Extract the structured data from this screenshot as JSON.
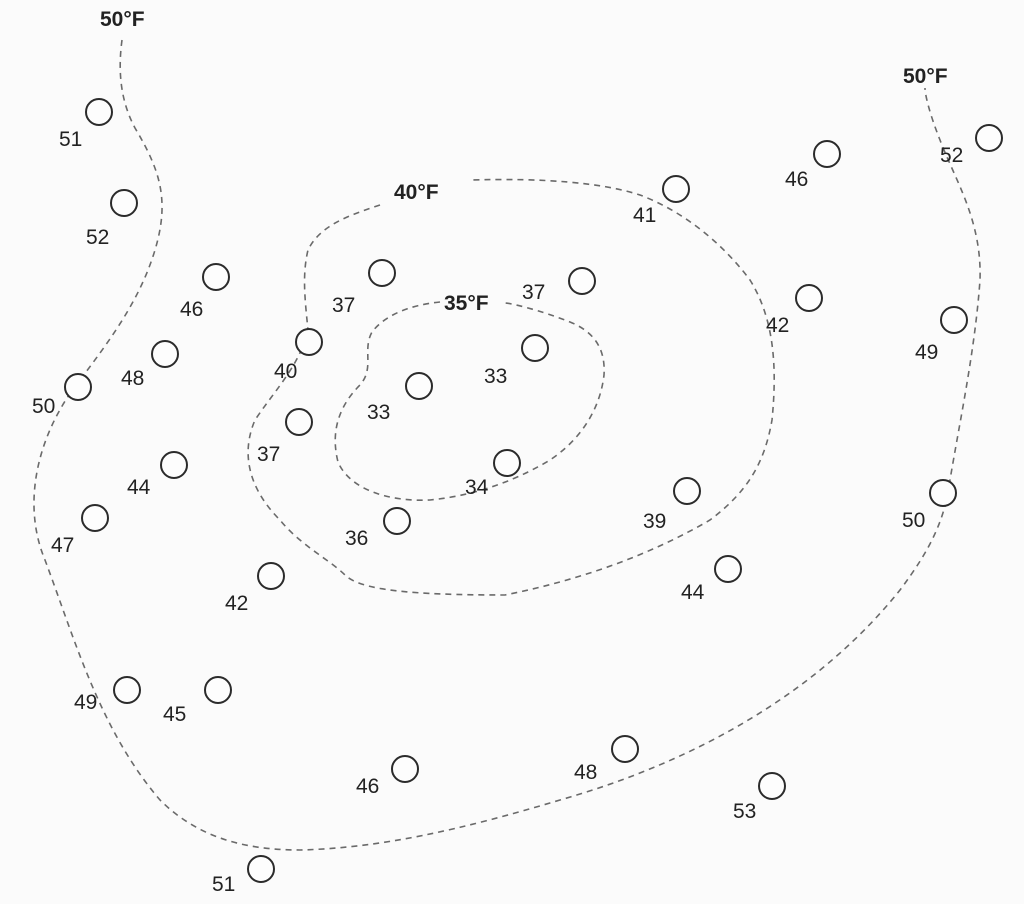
{
  "isotherms": [
    {
      "id": "50-west",
      "label": "50°F"
    },
    {
      "id": "50-east",
      "label": "50°F"
    },
    {
      "id": "40",
      "label": "40°F"
    },
    {
      "id": "35",
      "label": "35°F"
    }
  ],
  "stations": [
    {
      "temp": "51"
    },
    {
      "temp": "52"
    },
    {
      "temp": "46"
    },
    {
      "temp": "48"
    },
    {
      "temp": "50"
    },
    {
      "temp": "44"
    },
    {
      "temp": "47"
    },
    {
      "temp": "42"
    },
    {
      "temp": "49"
    },
    {
      "temp": "45"
    },
    {
      "temp": "51"
    },
    {
      "temp": "46"
    },
    {
      "temp": "37"
    },
    {
      "temp": "40"
    },
    {
      "temp": "37"
    },
    {
      "temp": "36"
    },
    {
      "temp": "33"
    },
    {
      "temp": "33"
    },
    {
      "temp": "37"
    },
    {
      "temp": "34"
    },
    {
      "temp": "41"
    },
    {
      "temp": "42"
    },
    {
      "temp": "39"
    },
    {
      "temp": "44"
    },
    {
      "temp": "48"
    },
    {
      "temp": "53"
    },
    {
      "temp": "46"
    },
    {
      "temp": "52"
    },
    {
      "temp": "49"
    },
    {
      "temp": "50"
    }
  ]
}
